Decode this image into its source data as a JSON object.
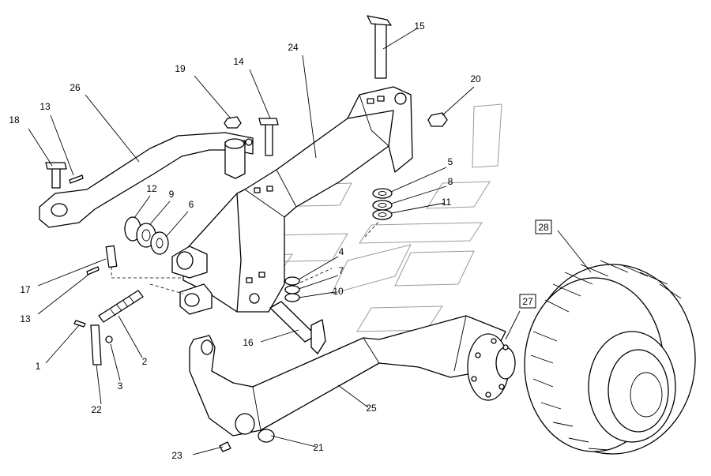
{
  "diagram": {
    "callouts": [
      {
        "id": "1",
        "text": "1"
      },
      {
        "id": "2",
        "text": "2"
      },
      {
        "id": "3",
        "text": "3"
      },
      {
        "id": "4",
        "text": "4"
      },
      {
        "id": "5",
        "text": "5"
      },
      {
        "id": "6",
        "text": "6"
      },
      {
        "id": "7",
        "text": "7"
      },
      {
        "id": "8",
        "text": "8"
      },
      {
        "id": "9",
        "text": "9"
      },
      {
        "id": "10",
        "text": "10"
      },
      {
        "id": "11",
        "text": "11"
      },
      {
        "id": "12",
        "text": "12"
      },
      {
        "id": "13a",
        "text": "13"
      },
      {
        "id": "13b",
        "text": "13"
      },
      {
        "id": "14",
        "text": "14"
      },
      {
        "id": "15",
        "text": "15"
      },
      {
        "id": "16",
        "text": "16"
      },
      {
        "id": "17",
        "text": "17"
      },
      {
        "id": "18",
        "text": "18"
      },
      {
        "id": "19",
        "text": "19"
      },
      {
        "id": "20",
        "text": "20"
      },
      {
        "id": "21",
        "text": "21"
      },
      {
        "id": "22",
        "text": "22"
      },
      {
        "id": "23",
        "text": "23"
      },
      {
        "id": "24",
        "text": "24"
      },
      {
        "id": "25",
        "text": "25"
      },
      {
        "id": "26",
        "text": "26"
      },
      {
        "id": "27",
        "text": "27",
        "boxed": true
      },
      {
        "id": "28",
        "text": "28",
        "boxed": true
      }
    ]
  }
}
